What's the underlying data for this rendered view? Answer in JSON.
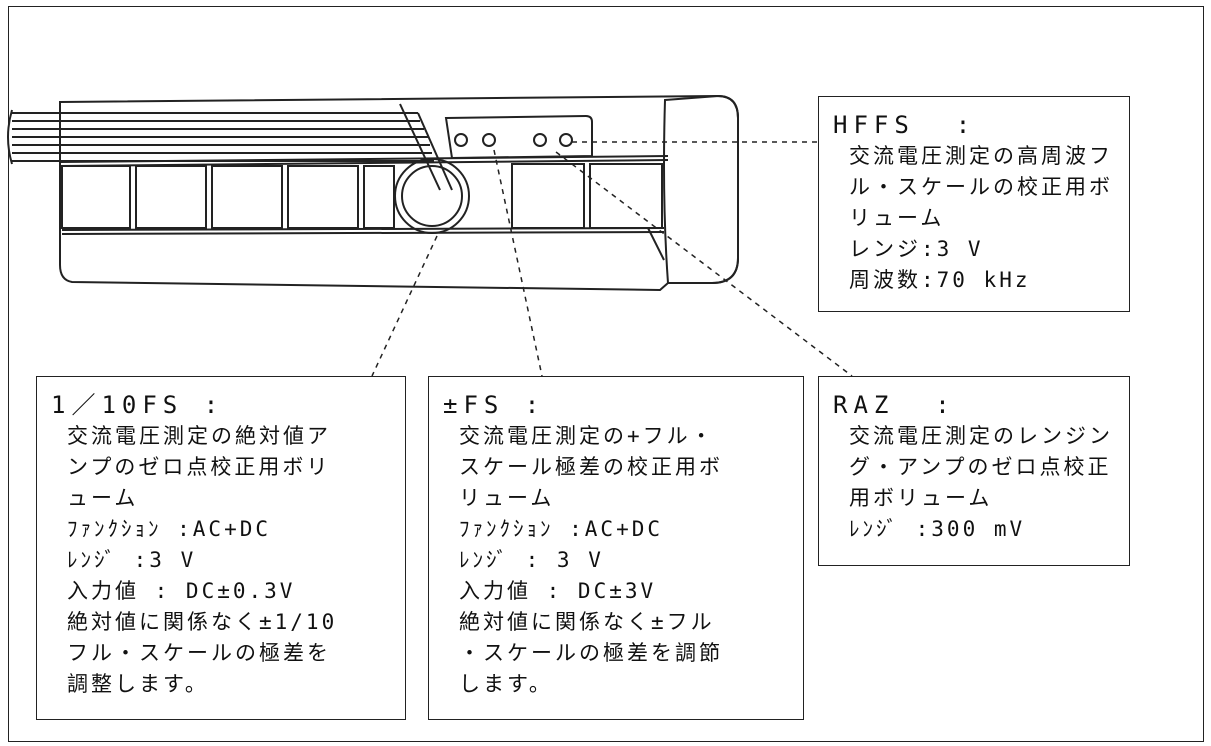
{
  "callouts": {
    "hffs": {
      "title": "HFFS  :",
      "lines": [
        "交流電圧測定の高周波フ",
        "ル・スケールの校正用ボ",
        "リューム",
        "レンジ:3 V",
        "周波数:70 kHz"
      ]
    },
    "tenth_fs": {
      "title": "1／10FS :",
      "lines": [
        "交流電圧測定の絶対値ア",
        "ンプのゼロ点校正用ボリ",
        "ューム",
        "ﾌｧﾝｸｼｮﾝ :AC+DC",
        "ﾚﾝｼﾞ   :3 V",
        "入力値  : DC±0.3V",
        "絶対値に関係なく±1/10",
        "フル・スケールの極差を",
        "調整します。"
      ]
    },
    "pm_fs": {
      "title": "±FS :",
      "lines": [
        "交流電圧測定の+フル・",
        "スケール極差の校正用ボ",
        "リューム",
        "ﾌｧﾝｸｼｮﾝ :AC+DC",
        "ﾚﾝｼﾞ   : 3 V",
        "入力値  : DC±3V",
        "絶対値に関係なく±フル",
        "・スケールの極差を調節",
        "します。"
      ]
    },
    "raz": {
      "title": "RAZ  :",
      "lines": [
        "交流電圧測定のレンジン",
        "グ・アンプのゼロ点校正",
        "用ボリューム",
        "ﾚﾝｼﾞ    :300 mV"
      ]
    }
  }
}
